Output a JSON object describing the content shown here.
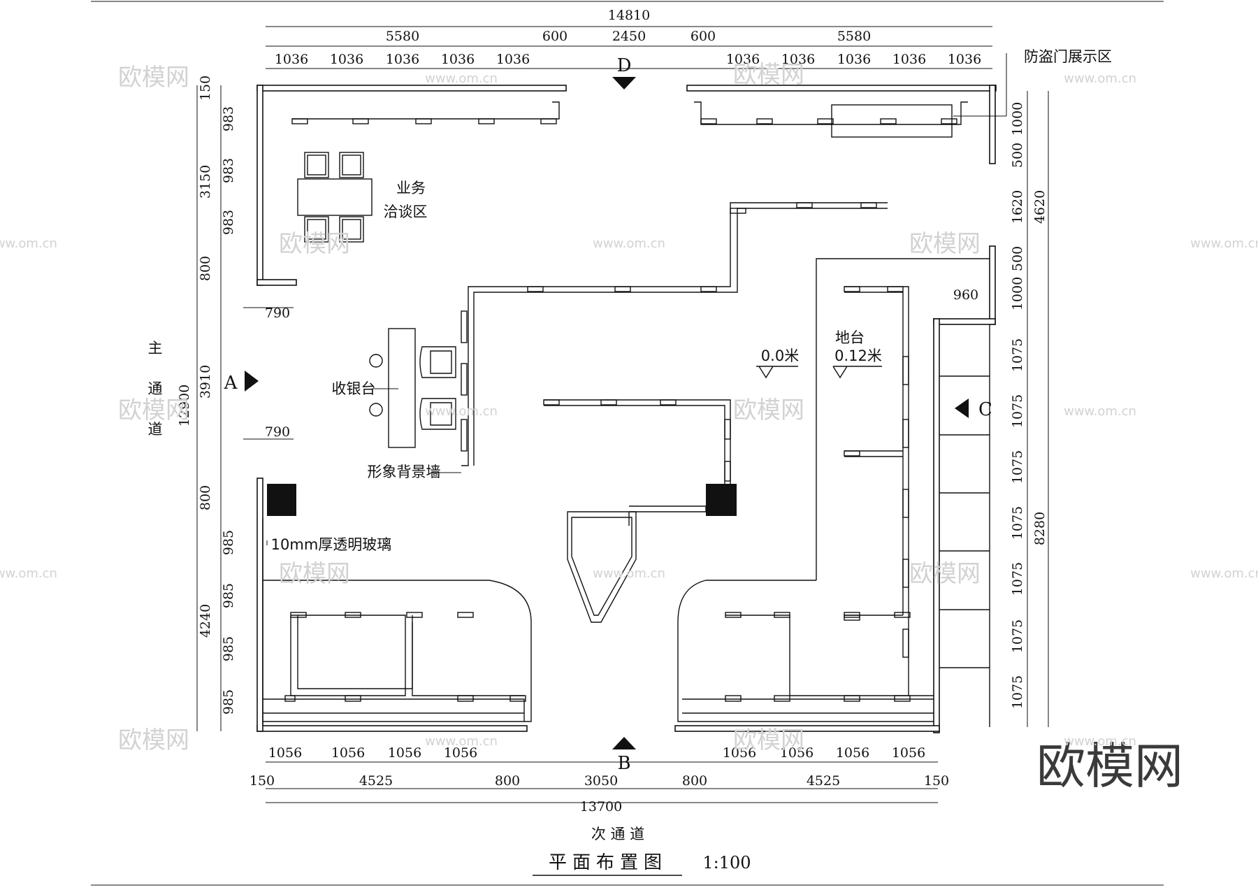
{
  "title": "平面布置图",
  "scale": "1:100",
  "top_dims": {
    "overall": "14810",
    "segments": [
      "5580",
      "600",
      "2450",
      "600",
      "5580"
    ],
    "left_sub": [
      "1036",
      "1036",
      "1036",
      "1036",
      "1036"
    ],
    "right_sub": [
      "1036",
      "1036",
      "1036",
      "1036",
      "1036"
    ]
  },
  "bottom_dims": {
    "overall": "13700",
    "segments": [
      "150",
      "4525",
      "800",
      "3050",
      "800",
      "4525",
      "150"
    ],
    "left_sub": [
      "1056",
      "1056",
      "1056",
      "1056"
    ],
    "right_sub": [
      "1056",
      "1056",
      "1056",
      "1056"
    ]
  },
  "left_dims": {
    "overall": "12900",
    "segments": [
      "150",
      "3150",
      "800",
      "3910",
      "800",
      "4240"
    ],
    "upper_sub": [
      "983",
      "983",
      "983"
    ],
    "lower_sub": [
      "985",
      "985",
      "985",
      "985"
    ],
    "opening_widths": [
      "790",
      "790"
    ]
  },
  "right_dims": {
    "overall_upper": "4620",
    "overall_lower": "8280",
    "upper_sub": [
      "1000",
      "500",
      "1620",
      "500",
      "1000"
    ],
    "lower_sub": [
      "1075",
      "1075",
      "1075",
      "1075",
      "1075",
      "1075",
      "1075"
    ],
    "step": "960"
  },
  "entrances": {
    "a": "A",
    "b": "B",
    "c": "C",
    "d": "D"
  },
  "labels": {
    "main_aisle": [
      "主",
      "通",
      "道"
    ],
    "secondary_aisle": "次 通 道",
    "meeting_area_1": "业务",
    "meeting_area_2": "洽谈区",
    "cashier": "收银台",
    "image_wall": "形象背景墙",
    "glass": "10mm厚透明玻璃",
    "door_display": "防盗门展示区",
    "platform": "地台",
    "level_floor": "0.0米",
    "level_platform": "0.12米"
  },
  "watermark": {
    "logo": "欧模网",
    "url": "www.om.cn"
  }
}
